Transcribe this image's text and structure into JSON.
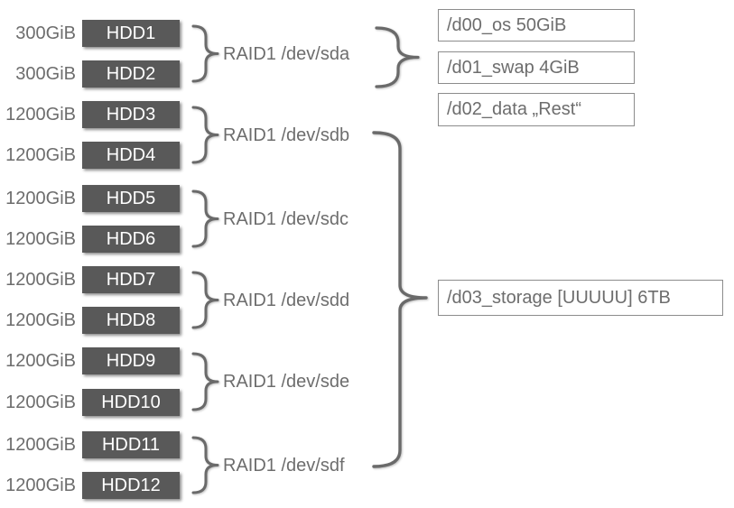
{
  "palette": {
    "hdd_fill": "#595959",
    "hdd_text": "#ffffff",
    "label_text": "#6d6d6d",
    "volume_border": "#8c8c8c",
    "brace": "#6a6a6a",
    "background": "#ffffff"
  },
  "drives": [
    {
      "capacity": "300GiB",
      "name": "HDD1"
    },
    {
      "capacity": "300GiB",
      "name": "HDD2"
    },
    {
      "capacity": "1200GiB",
      "name": "HDD3"
    },
    {
      "capacity": "1200GiB",
      "name": "HDD4"
    },
    {
      "capacity": "1200GiB",
      "name": "HDD5"
    },
    {
      "capacity": "1200GiB",
      "name": "HDD6"
    },
    {
      "capacity": "1200GiB",
      "name": "HDD7"
    },
    {
      "capacity": "1200GiB",
      "name": "HDD8"
    },
    {
      "capacity": "1200GiB",
      "name": "HDD9"
    },
    {
      "capacity": "1200GiB",
      "name": "HDD10"
    },
    {
      "capacity": "1200GiB",
      "name": "HDD11"
    },
    {
      "capacity": "1200GiB",
      "name": "HDD12"
    }
  ],
  "raid_groups": [
    {
      "label": "RAID1 /dev/sda",
      "drives": [
        "HDD1",
        "HDD2"
      ]
    },
    {
      "label": "RAID1 /dev/sdb",
      "drives": [
        "HDD3",
        "HDD4"
      ]
    },
    {
      "label": "RAID1 /dev/sdc",
      "drives": [
        "HDD5",
        "HDD6"
      ]
    },
    {
      "label": "RAID1 /dev/sdd",
      "drives": [
        "HDD7",
        "HDD8"
      ]
    },
    {
      "label": "RAID1 /dev/sde",
      "drives": [
        "HDD9",
        "HDD10"
      ]
    },
    {
      "label": "RAID1 /dev/sdf",
      "drives": [
        "HDD11",
        "HDD12"
      ]
    }
  ],
  "volumes": [
    {
      "label": "/d00_os 50GiB"
    },
    {
      "label": "/d01_swap 4GiB"
    },
    {
      "label": "/d02_data „Rest“"
    },
    {
      "label": "/d03_storage [UUUUU] 6TB"
    }
  ],
  "mappings": [
    {
      "from": [
        "RAID1 /dev/sda"
      ],
      "to": [
        "/d00_os 50GiB",
        "/d01_swap 4GiB",
        "/d02_data „Rest“"
      ]
    },
    {
      "from": [
        "RAID1 /dev/sdb",
        "RAID1 /dev/sdc",
        "RAID1 /dev/sdd",
        "RAID1 /dev/sde",
        "RAID1 /dev/sdf"
      ],
      "to": [
        "/d03_storage [UUUUU] 6TB"
      ]
    }
  ]
}
